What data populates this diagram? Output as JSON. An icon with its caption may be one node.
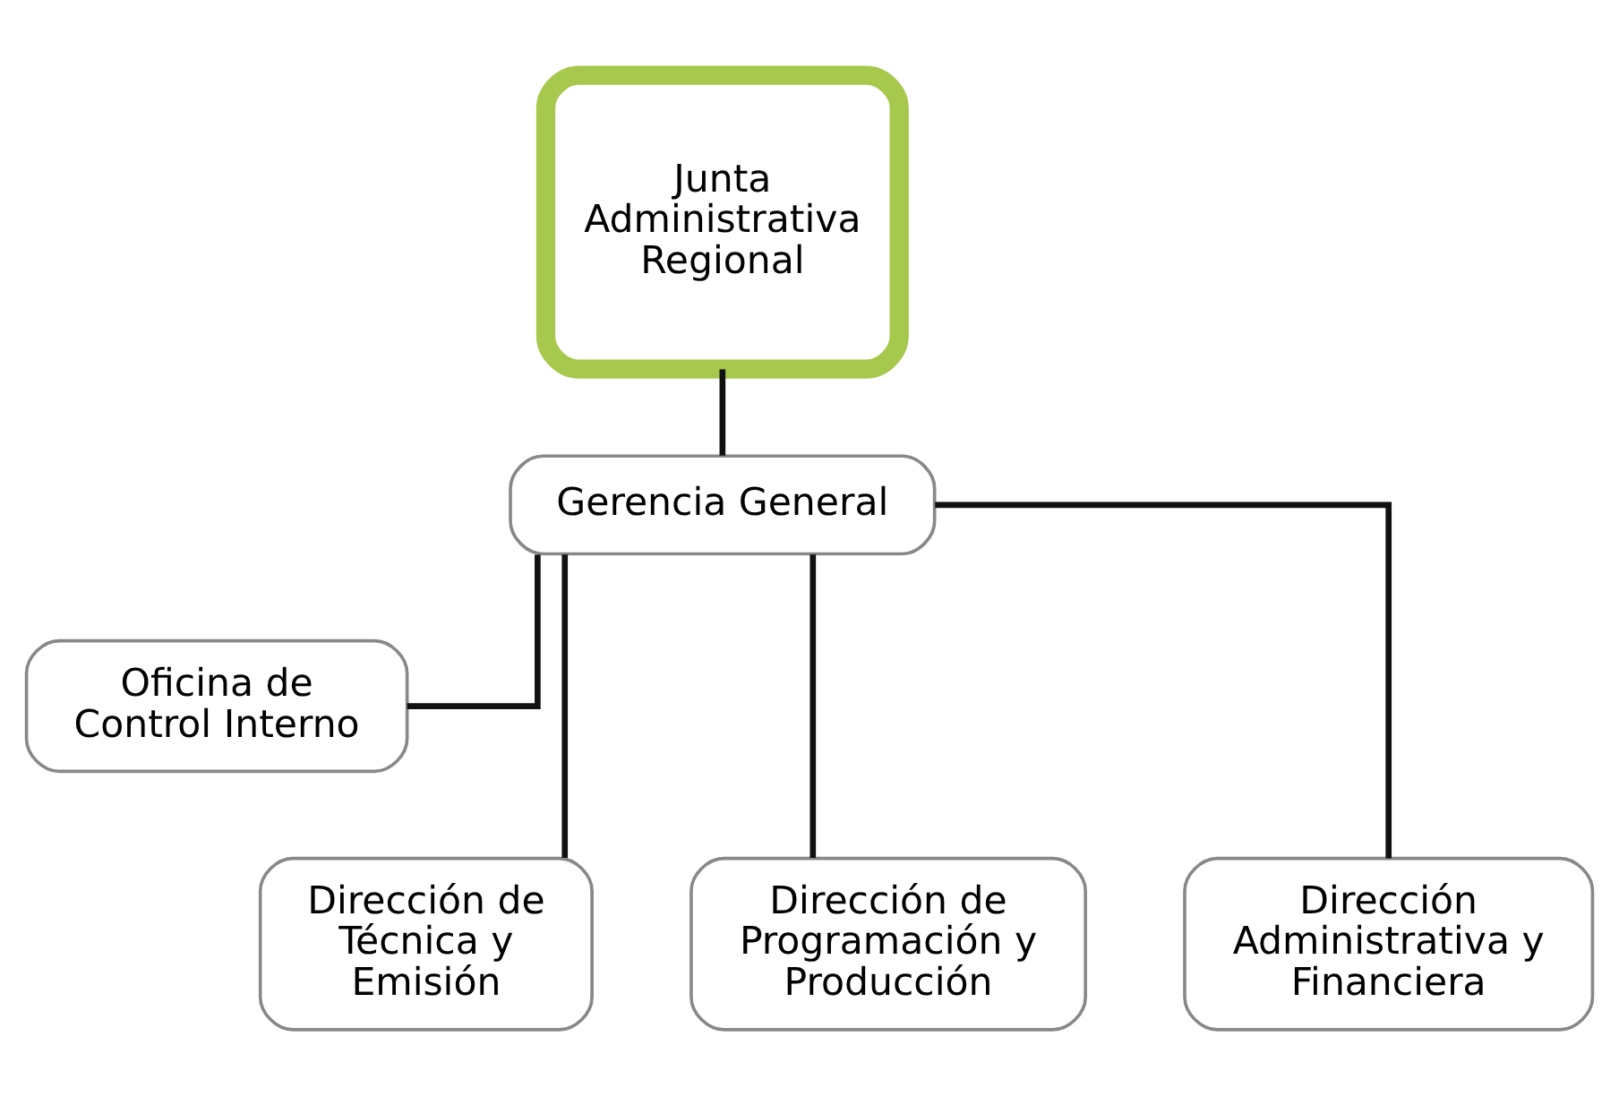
{
  "diagram": {
    "nodes": [
      {
        "text": [
          "Junta Administrativa Regional"
        ]
      },
      {
        "text": [
          "Gerencia General"
        ]
      },
      {
        "text": [
          "Oficina de Control Interno"
        ]
      },
      {
        "text": [
          "Dirección de Técnica y Emisión"
        ]
      },
      {
        "text": [
          "Dirección de Programación y Producción"
        ]
      },
      {
        "text": [
          "Dirección Administrativa y Financiera"
        ]
      }
    ],
    "edges": [
      {
        "from": 0,
        "to": 1,
        "arrow": "none"
      },
      {
        "from": 1,
        "to": 2,
        "arrow": "none"
      },
      {
        "from": 1,
        "to": 3,
        "arrow": "none"
      },
      {
        "from": 1,
        "to": 4,
        "arrow": "none"
      },
      {
        "from": 1,
        "to": 5,
        "arrow": "none"
      }
    ]
  }
}
